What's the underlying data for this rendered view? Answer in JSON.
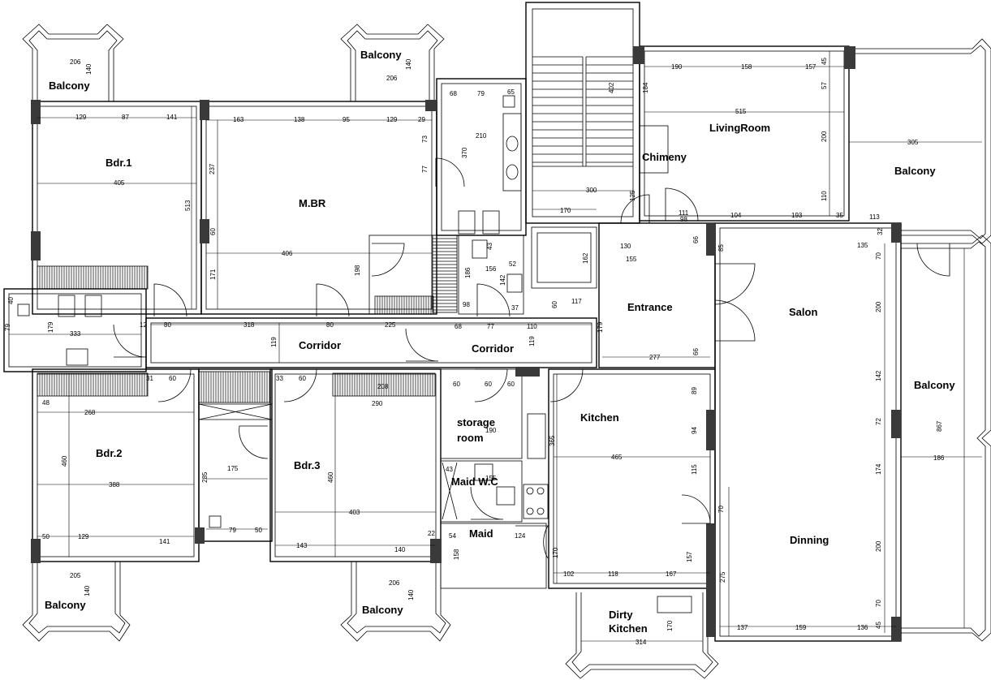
{
  "rooms": {
    "balcony_nw": "Balcony",
    "balcony_n": "Balcony",
    "balcony_ne": "Balcony",
    "balcony_e": "Balcony",
    "balcony_sw": "Balcony",
    "balcony_s": "Balcony",
    "bdr1": "Bdr.1",
    "mbr": "M.BR",
    "living": "LivingRoom",
    "chimeny": "Chimeny",
    "entrance": "Entrance",
    "salon": "Salon",
    "corridor1": "Corridor",
    "corridor2": "Corridor",
    "bdr2": "Bdr.2",
    "bdr3": "Bdr.3",
    "storage": "storage room",
    "kitchen": "Kitchen",
    "maid_wc": "Maid  W.C",
    "maid": "Maid",
    "dinning": "Dinning",
    "dirty_kitchen": "Dirty Kitchen"
  },
  "dimensions": {
    "d206a": "206",
    "d140a": "140",
    "d206b": "206",
    "d140b": "140",
    "d129a": "129",
    "d87": "87",
    "d141a": "141",
    "d405": "405",
    "d513": "513",
    "d163": "163",
    "d138": "138",
    "d95": "95",
    "d129b": "129",
    "d29": "29",
    "d237": "237",
    "d406": "406",
    "d60a": "60",
    "d171": "171",
    "d198": "198",
    "d68a": "68",
    "d79a": "79",
    "d65": "65",
    "d73": "73",
    "d370": "370",
    "d210": "210",
    "d77a": "77",
    "d402": "402",
    "d184": "184",
    "d190a": "190",
    "d158a": "158",
    "d157a": "157",
    "d45": "45",
    "d515": "515",
    "d57": "57",
    "d200a": "200",
    "d110": "110",
    "d305": "305",
    "d300": "300",
    "d125": "125",
    "d170a": "170",
    "d111": "111",
    "d98a": "98",
    "d104": "104",
    "d193": "193",
    "d35": "35",
    "d113": "113",
    "d135": "135",
    "d32": "32",
    "d70a": "70",
    "d130": "130",
    "d155": "155",
    "d162": "162",
    "d66a": "66",
    "d85": "85",
    "d43a": "43",
    "d156": "156",
    "d52": "52",
    "d186": "186",
    "d142a": "142",
    "d98b": "98",
    "d37": "37",
    "d117": "117",
    "d60b": "60",
    "d179a": "179",
    "d277": "277",
    "d66b": "66",
    "d40": "40",
    "d79b": "79",
    "d179b": "179",
    "d333": "333",
    "d12": "12",
    "d80a": "80",
    "d318": "318",
    "d119a": "119",
    "d80b": "80",
    "d225": "225",
    "d68b": "68",
    "d77b": "77",
    "d110b": "110",
    "d119b": "119",
    "d200b": "200",
    "d142b": "142",
    "d72": "72",
    "d867": "867",
    "d186b": "186",
    "d174": "174",
    "d200c": "200",
    "d70b": "70",
    "d45b": "45",
    "d31": "31",
    "d60c": "60",
    "d33": "33",
    "d60d": "60",
    "d208": "208",
    "d60e": "60",
    "d60f": "60",
    "d60g": "60",
    "d89": "89",
    "d48": "48",
    "d268": "268",
    "d290": "290",
    "d460a": "460",
    "d388": "388",
    "d175": "175",
    "d285": "285",
    "d190b": "190",
    "d94": "94",
    "d365": "365",
    "d465": "465",
    "d115": "115",
    "d460b": "460",
    "d403": "403",
    "d43b": "43",
    "d155b": "155",
    "d79c": "79",
    "d50a": "50",
    "d50b": "50",
    "d129c": "129",
    "d141b": "141",
    "d143": "143",
    "d140c": "140",
    "d22": "22",
    "d54": "54",
    "d124": "124",
    "d70c": "70",
    "d158b": "158",
    "d170b": "170",
    "d102": "102",
    "d118": "118",
    "d167": "167",
    "d157b": "157",
    "d275": "275",
    "d205": "205",
    "d140d": "140",
    "d206c": "206",
    "d140e": "140",
    "d170c": "170",
    "d314": "314",
    "d137": "137",
    "d159": "159",
    "d136": "136"
  }
}
